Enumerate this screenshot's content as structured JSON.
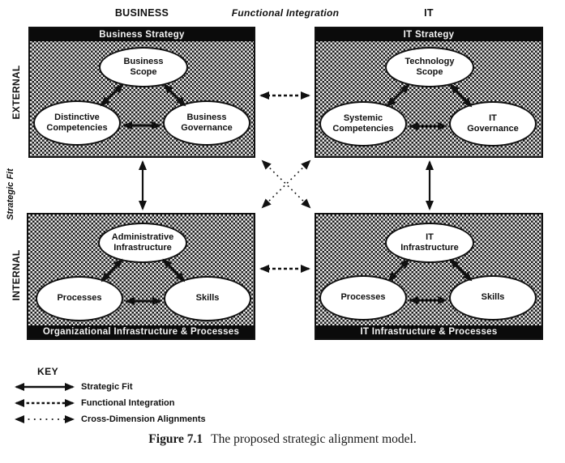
{
  "top_labels": {
    "business": "BUSINESS",
    "functional_integration": "Functional Integration",
    "it": "IT"
  },
  "side_labels": {
    "external": "EXTERNAL",
    "strategic_fit": "Strategic Fit",
    "internal": "INTERNAL"
  },
  "quadrants": {
    "business_strategy": {
      "bar_label": "Business Strategy",
      "nodes": {
        "top": "Business\nScope",
        "left": "Distinctive\nCompetencies",
        "right": "Business\nGovernance"
      }
    },
    "it_strategy": {
      "bar_label": "IT Strategy",
      "nodes": {
        "top": "Technology\nScope",
        "left": "Systemic\nCompetencies",
        "right": "IT\nGovernance"
      }
    },
    "org_infrastructure": {
      "bar_label": "Organizational Infrastructure & Processes",
      "nodes": {
        "top": "Administrative\nInfrastructure",
        "left": "Processes",
        "right": "Skills"
      }
    },
    "it_infrastructure": {
      "bar_label": "IT Infrastructure & Processes",
      "nodes": {
        "top": "IT\nInfrastructure",
        "left": "Processes",
        "right": "Skills"
      }
    }
  },
  "arrow_types": {
    "strategic_fit": "solid-double-arrow",
    "functional_integration": "dashed-double-arrow",
    "cross_dimension": "dotted-double-arrow"
  },
  "key": {
    "title": "KEY",
    "items": [
      {
        "label": "Strategic Fit",
        "line_style": "solid"
      },
      {
        "label": "Functional Integration",
        "line_style": "dashed"
      },
      {
        "label": "Cross-Dimension Alignments",
        "line_style": "dotted"
      }
    ]
  },
  "caption": {
    "figure_label": "Figure 7.1",
    "text": "The proposed strategic alignment model."
  },
  "colors": {
    "ink": "#111111",
    "bar_background": "#0b0b0b",
    "bar_text": "#f5f5f5",
    "pattern_dark": "#1c1c1c",
    "pattern_light": "#e9e9e9",
    "node_fill": "#ffffff"
  }
}
